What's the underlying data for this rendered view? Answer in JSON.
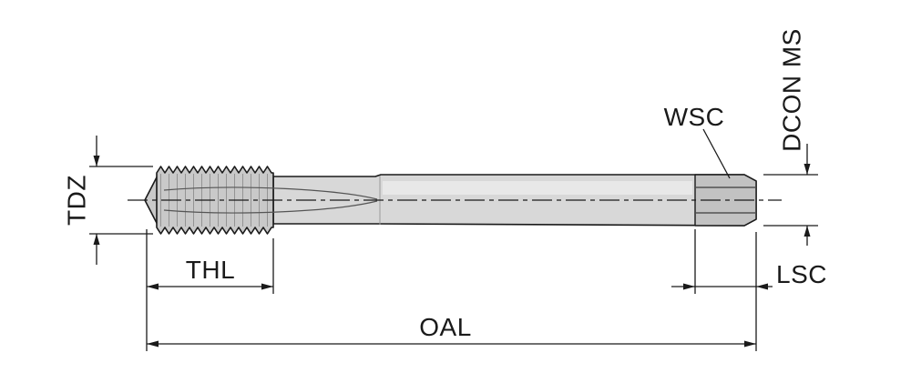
{
  "labels": {
    "tdz": "TDZ",
    "thl": "THL",
    "oal": "OAL",
    "wsc": "WSC",
    "dcon_ms": "DCON MS",
    "lsc": "LSC"
  },
  "colors": {
    "line": "#1a1a1a",
    "thread_fill": "#c9c9c9",
    "shank_fill": "#d8d8d8",
    "square_fill": "#c2c2c2",
    "highlight": "#ececec",
    "background": "#ffffff"
  }
}
